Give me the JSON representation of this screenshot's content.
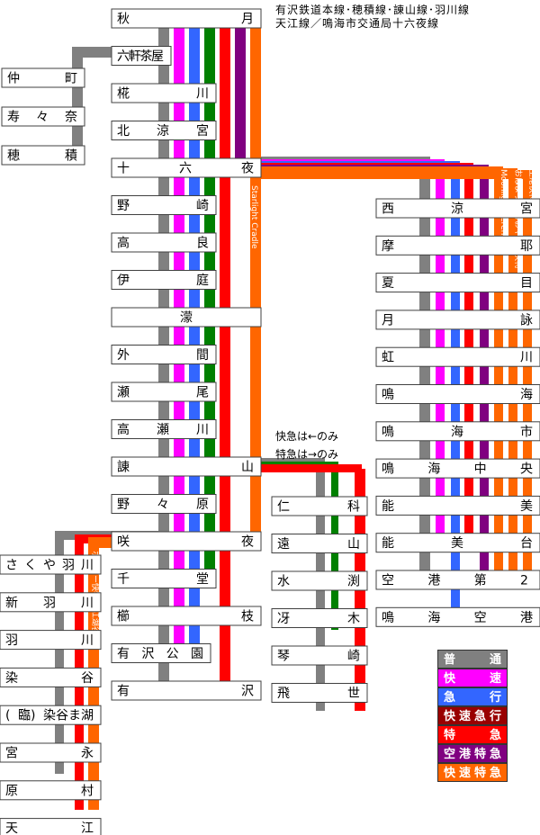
{
  "header": {
    "line1": "有沢鉄道本線･穂積線･諌山線･羽川線",
    "line2": "天江線／鳴海市交通局十六夜線"
  },
  "notes": {
    "express_note": "快急は←のみ",
    "ltd_note": "特急は→のみ"
  },
  "legend": [
    {
      "label": "普　通",
      "color": "#808080"
    },
    {
      "label": "快　速",
      "color": "#ff00ff"
    },
    {
      "label": "急　行",
      "color": "#3366ff"
    },
    {
      "label": "快速急行",
      "color": "#990000"
    },
    {
      "label": "特　急",
      "color": "#ff0000"
    },
    {
      "label": "空港特急",
      "color": "#800080"
    },
    {
      "label": "快速特急",
      "color": "#ff6600"
    }
  ],
  "colors": {
    "local": "#808080",
    "rapid": "#ff00ff",
    "express": "#3366ff",
    "green": "#008000",
    "red": "#ff0000",
    "purple": "#800080",
    "orange": "#ff6600"
  },
  "stations": {
    "main": [
      "秋月",
      "六軒茶屋",
      "椛川",
      "北涼宮",
      "十六夜",
      "野崎",
      "高良",
      "伊庭",
      "濛",
      "外間",
      "瀬尾",
      "高瀬川",
      "諌山",
      "野々原",
      "咲夜",
      "千堂",
      "櫛枝",
      "有沢公園",
      "有沢"
    ],
    "hozumi": [
      "仲町",
      "寿々奈",
      "穂積"
    ],
    "isayama": [
      "仁科",
      "遠山",
      "水渕",
      "冴木",
      "琴崎",
      "飛世"
    ],
    "narumi": [
      "西涼宮",
      "摩耶",
      "夏目",
      "月詠",
      "虹川",
      "鳴海",
      "鳴海市",
      "鳴海中央",
      "能美",
      "能美台",
      "空港第2",
      "鳴海空港"
    ],
    "hakawa": [
      "さくや羽川",
      "新羽川",
      "羽川",
      "染谷",
      "(臨)染谷ま湖",
      "宮永",
      "原村",
      "天江"
    ]
  },
  "train_names": {
    "main_ltd": "ホリデー快特 天江湖谷",
    "main_stars": "Starlight Cradle",
    "hakawa_ltd": "ホリデー快特 天江湖谷",
    "narumi_moon": "Moonlight Serenade",
    "narumi_ohayo": "おはよう快特/おやすみ快特",
    "narumi_airport": "空港快特"
  }
}
